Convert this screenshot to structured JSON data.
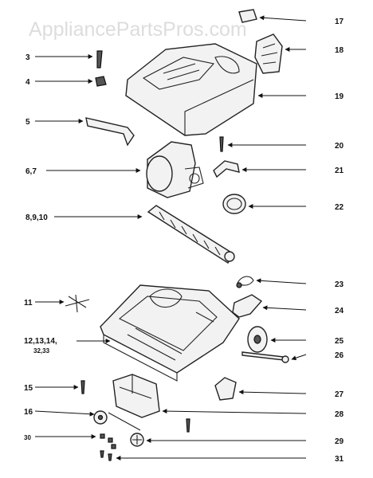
{
  "watermark": "AppliancePartsPros.com",
  "callouts": {
    "c3": "3",
    "c4": "4",
    "c5": "5",
    "c67": "6,7",
    "c8910": "8,9,10",
    "c11": "11",
    "c12a": "12,13,14,",
    "c12b": "32,33",
    "c15": "15",
    "c16": "16",
    "c30": "30",
    "c17": "17",
    "c18": "18",
    "c19": "19",
    "c20": "20",
    "c21": "21",
    "c22": "22",
    "c23": "23",
    "c24": "24",
    "c25": "25",
    "c26": "26",
    "c27": "27",
    "c28": "28",
    "c29": "29",
    "c31": "31"
  }
}
